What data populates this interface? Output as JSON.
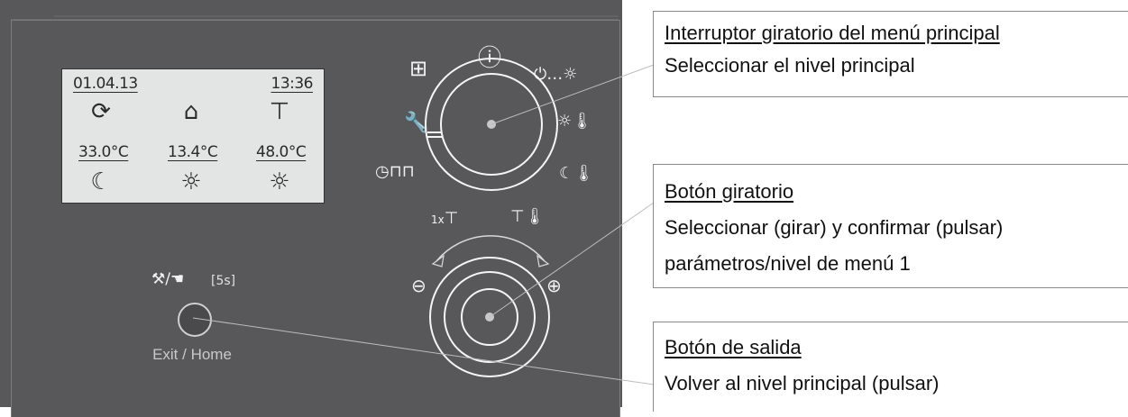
{
  "display": {
    "date": "01.04.13",
    "time": "13:36",
    "temps": [
      "33.0°C",
      "13.4°C",
      "48.0°C"
    ],
    "mode_icons": [
      "moon-icon",
      "sun-icon",
      "sun-icon"
    ],
    "zone_icons": [
      "heating-circuit-icon",
      "house-icon",
      "hot-water-tap-icon"
    ]
  },
  "exit_button": {
    "label": "Exit / Home",
    "hold_label": "[5s]"
  },
  "selector_dial": {
    "positions": [
      "network-icon",
      "info-icon",
      "standby-sun-icon",
      "sun-thermometer-icon",
      "moon-thermometer-icon",
      "tap-thermometer-icon",
      "tap-1x-icon",
      "clock-program-icon",
      "wrench-icon"
    ],
    "one_time_label": "1x"
  },
  "rotary_knob": {
    "minus": "⊖",
    "plus": "⊕"
  },
  "callouts": [
    {
      "title": "Interruptor giratorio del menú principal",
      "desc": [
        "Seleccionar el nivel principal"
      ]
    },
    {
      "title": "Botón giratorio",
      "desc": [
        "Seleccionar (girar) y confirmar (pulsar)",
        "parámetros/nivel de menú 1"
      ]
    },
    {
      "title": "Botón de salida",
      "desc": [
        "Volver al nivel principal (pulsar)"
      ]
    }
  ]
}
